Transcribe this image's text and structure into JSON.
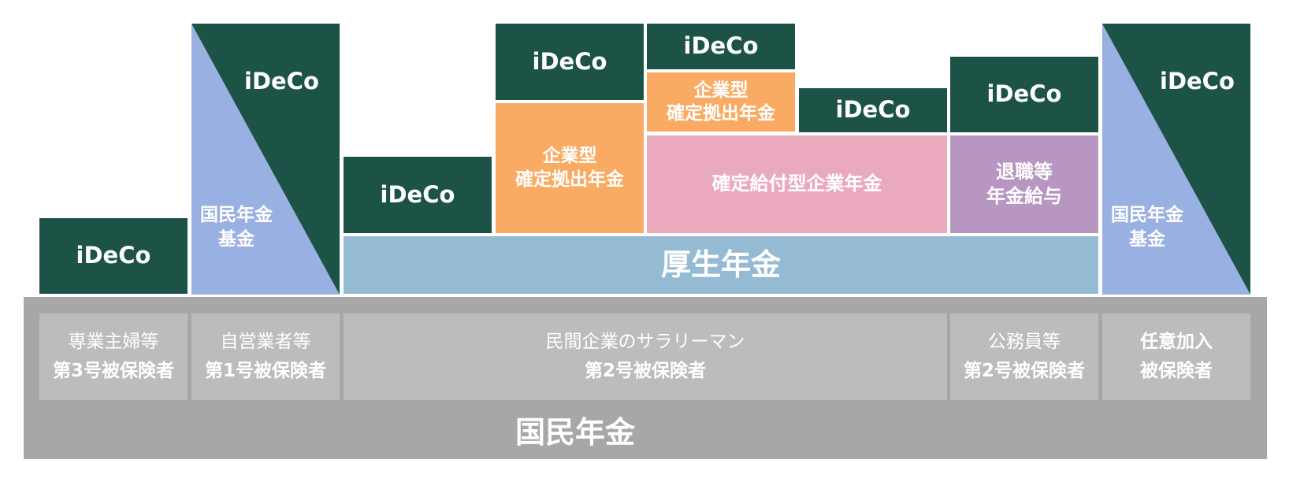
{
  "ideco_label": "iDeCo",
  "kosei_nenkin": "厚生年金",
  "kokumin_nenkin": "国民年金",
  "kokumin_nenkin_kikin": [
    "国民年金",
    "基金"
  ],
  "kigyogata_dc": [
    "企業型",
    "確定拠出年金"
  ],
  "kakutei_kyufu": "確定給付型企業年金",
  "taishoku": [
    "退職等",
    "年金給与"
  ],
  "categories": [
    {
      "line1": "専業主婦等",
      "line2": "第3号被保険者"
    },
    {
      "line1": "自営業者等",
      "line2": "第1号被保険者"
    },
    {
      "line1": "民間企業のサラリーマン",
      "line2": "第2号被保険者"
    },
    {
      "line1": "公務員等",
      "line2": "第2号被保険者"
    },
    {
      "line1": "任意加入",
      "line2": "被保険者"
    }
  ],
  "colors": {
    "ideco": "#1c5346",
    "kokumin_kikin": "#99b0e2",
    "kosei": "#94bad4",
    "kigyogata": "#f9ab63",
    "kakutei_kyufu": "#eba9bd",
    "taishoku": "#b896c2",
    "base": "#a7a7a7",
    "category": "#bcbcbc"
  }
}
